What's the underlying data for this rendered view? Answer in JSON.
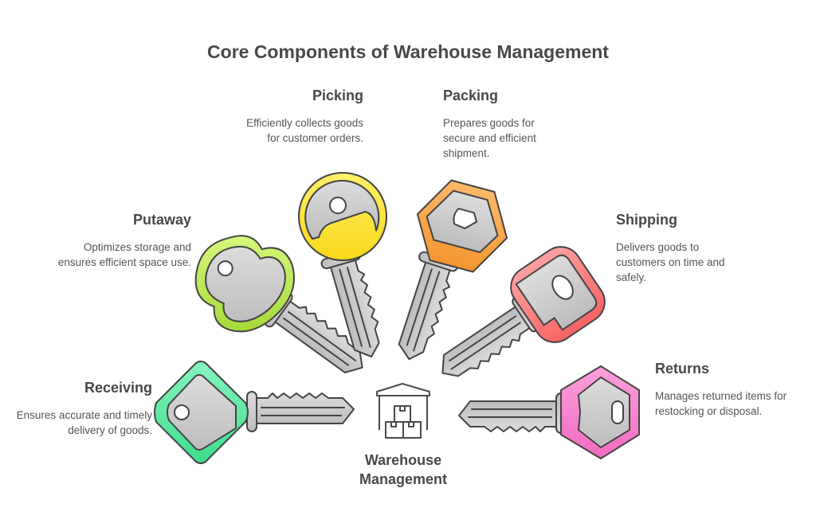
{
  "title": "Core Components of Warehouse Management",
  "center": {
    "icon": "warehouse-boxes-icon",
    "label_line1": "Warehouse",
    "label_line2": "Management"
  },
  "components": [
    {
      "id": "receiving",
      "title": "Receiving",
      "desc": "Ensures accurate and timely delivery of goods.",
      "color": "#4ddf95",
      "icon": "green-diamond-key-icon"
    },
    {
      "id": "putaway",
      "title": "Putaway",
      "desc": "Optimizes storage and ensures efficient space use.",
      "color": "#b5e34c",
      "icon": "lime-clover-key-icon"
    },
    {
      "id": "picking",
      "title": "Picking",
      "desc": "Efficiently collects goods for customer orders.",
      "color": "#fbe02e",
      "icon": "yellow-round-key-icon"
    },
    {
      "id": "packing",
      "title": "Packing",
      "desc": "Prepares goods for secure and efficient shipment.",
      "color": "#f8a043",
      "icon": "orange-hexagon-key-icon"
    },
    {
      "id": "shipping",
      "title": "Shipping",
      "desc": "Delivers goods to customers on time and safely.",
      "color": "#f87171",
      "icon": "red-rounded-key-icon"
    },
    {
      "id": "returns",
      "title": "Returns",
      "desc": "Manages returned items for restocking or disposal.",
      "color": "#f57ccb",
      "icon": "pink-hexagon-key-icon"
    }
  ]
}
